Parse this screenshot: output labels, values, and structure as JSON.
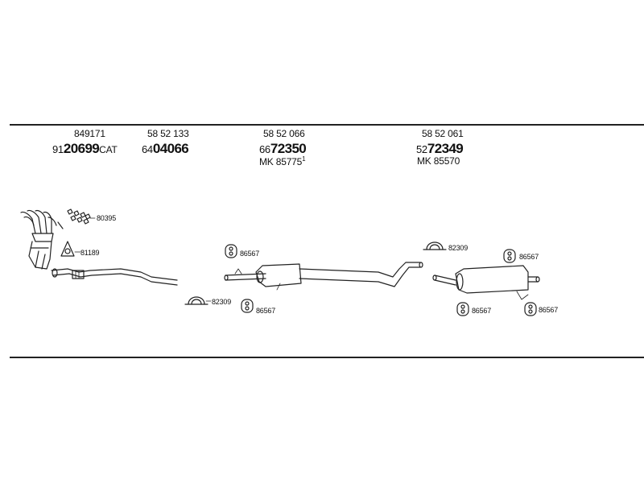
{
  "columns": [
    {
      "top": "849171",
      "prefix": "91",
      "main": "20699",
      "suffix": "CAT"
    },
    {
      "top": "58 52 133",
      "prefix": "64",
      "main": "04066"
    },
    {
      "top": "58 52 066",
      "prefix": "66",
      "main": "72350",
      "mk_prefix": "MK",
      "mk_num": "85775",
      "mk_sup": "1"
    },
    {
      "top": "58 52 061",
      "prefix": "52",
      "main": "72349",
      "mk_prefix": "MK",
      "mk_num": "85570"
    }
  ],
  "parts": {
    "p80395": "80395",
    "p81189": "81189",
    "p82309_a": "82309",
    "p86567_a": "86567",
    "p86567_b": "86567",
    "p82309_b": "82309",
    "p86567_c": "86567",
    "p86567_d": "86567",
    "p86567_e": "86567"
  },
  "icons": [
    "exhaust-manifold-icon",
    "gasket-set-icon",
    "flange-gasket-icon",
    "front-pipe-icon",
    "rubber-mount-icon",
    "pipe-clamp-icon",
    "middle-silencer-icon",
    "rear-silencer-icon"
  ]
}
